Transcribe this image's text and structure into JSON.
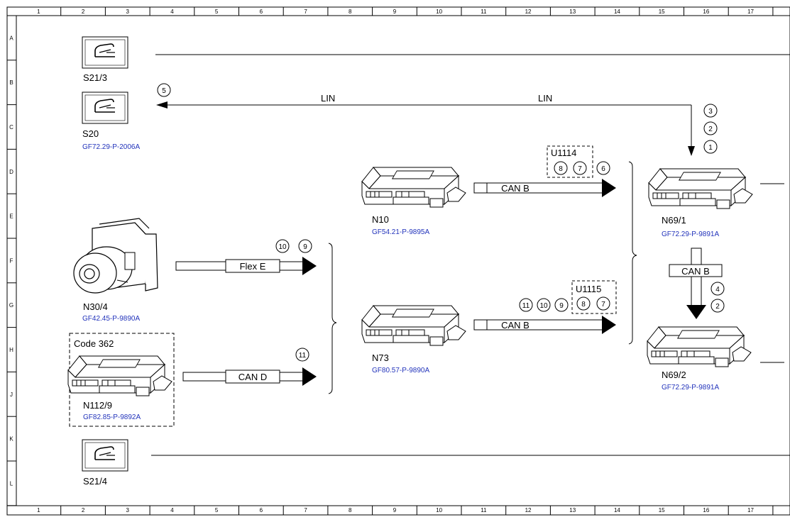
{
  "grid": {
    "columns": [
      "1",
      "2",
      "3",
      "4",
      "5",
      "6",
      "7",
      "8",
      "9",
      "10",
      "11",
      "12",
      "13",
      "14",
      "15",
      "16",
      "17"
    ],
    "rows": [
      "A",
      "B",
      "C",
      "D",
      "E",
      "F",
      "G",
      "H",
      "J",
      "K",
      "L"
    ]
  },
  "components": {
    "s21_3": {
      "label": "S21/3"
    },
    "s20": {
      "label": "S20",
      "ref": "GF72.29-P-2006A"
    },
    "n30_4": {
      "label": "N30/4",
      "ref": "GF42.45-P-9890A"
    },
    "n112_9": {
      "label": "N112/9",
      "ref": "GF82.85-P-9892A",
      "code_label": "Code 362"
    },
    "s21_4": {
      "label": "S21/4"
    },
    "n10": {
      "label": "N10",
      "ref": "GF54.21-P-9895A"
    },
    "n73": {
      "label": "N73",
      "ref": "GF80.57-P-9890A"
    },
    "n69_1": {
      "label": "N69/1",
      "ref": "GF72.29-P-9891A"
    },
    "n69_2": {
      "label": "N69/2",
      "ref": "GF72.29-P-9891A"
    }
  },
  "buses": {
    "lin_left": "LIN",
    "lin_right": "LIN",
    "flex_e": "Flex E",
    "can_d": "CAN D",
    "can_b_n10": "CAN B",
    "can_b_n73": "CAN B",
    "can_b_vertical": "CAN B"
  },
  "groups": {
    "u1114": "U1114",
    "u1115": "U1115"
  },
  "circles": {
    "lin_5": "5",
    "n69_1_3": "3",
    "n69_1_2": "2",
    "n69_1_1": "1",
    "u1114_8": "8",
    "u1114_7": "7",
    "n10_6": "6",
    "flex_10": "10",
    "flex_9": "9",
    "cand_11": "11",
    "n73_11": "11",
    "n73_10": "10",
    "n73_9": "9",
    "u1115_8": "8",
    "u1115_7": "7",
    "vert_4": "4",
    "vert_2": "2"
  },
  "colors": {
    "reference_text": "#2233bb",
    "line": "#000000"
  }
}
